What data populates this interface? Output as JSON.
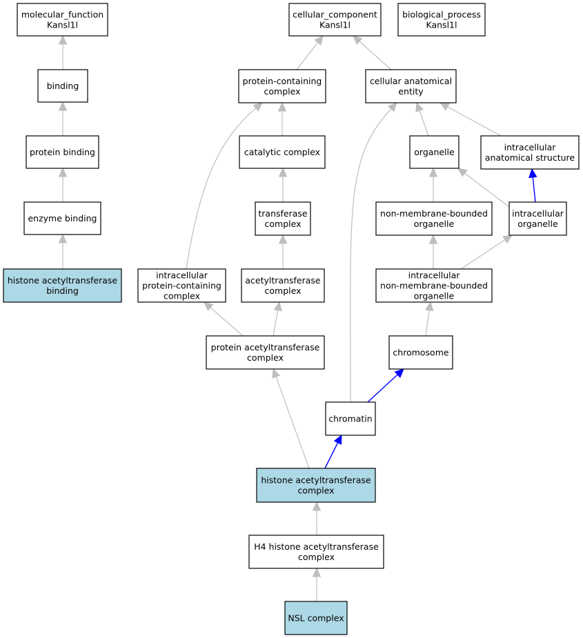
{
  "colors": {
    "highlight": "#add8e6",
    "node_fill": "#ffffff",
    "edge_is_a": "#bebebe",
    "edge_part_of": "#0000ff"
  },
  "nodes": [
    {
      "id": "molecular_function",
      "lines": [
        "molecular_function",
        "Kansl1l"
      ],
      "highlight": false
    },
    {
      "id": "binding",
      "lines": [
        "binding"
      ],
      "highlight": false
    },
    {
      "id": "protein_binding",
      "lines": [
        "protein binding"
      ],
      "highlight": false
    },
    {
      "id": "enzyme_binding",
      "lines": [
        "enzyme binding"
      ],
      "highlight": false
    },
    {
      "id": "hat_binding",
      "lines": [
        "histone acetyltransferase",
        "binding"
      ],
      "highlight": true
    },
    {
      "id": "cellular_component",
      "lines": [
        "cellular_component",
        "Kansl1l"
      ],
      "highlight": false
    },
    {
      "id": "biological_process",
      "lines": [
        "biological_process",
        "Kansl1l"
      ],
      "highlight": false
    },
    {
      "id": "protein_containing_complex",
      "lines": [
        "protein-containing",
        "complex"
      ],
      "highlight": false
    },
    {
      "id": "cellular_anatomical_entity",
      "lines": [
        "cellular anatomical",
        "entity"
      ],
      "highlight": false
    },
    {
      "id": "catalytic_complex",
      "lines": [
        "catalytic complex"
      ],
      "highlight": false
    },
    {
      "id": "organelle",
      "lines": [
        "organelle"
      ],
      "highlight": false
    },
    {
      "id": "intracellular_anatomical_structure",
      "lines": [
        "intracellular",
        "anatomical structure"
      ],
      "highlight": false
    },
    {
      "id": "transferase_complex",
      "lines": [
        "transferase",
        "complex"
      ],
      "highlight": false
    },
    {
      "id": "nmb_organelle",
      "lines": [
        "non-membrane-bounded",
        "organelle"
      ],
      "highlight": false
    },
    {
      "id": "intracellular_organelle",
      "lines": [
        "intracellular",
        "organelle"
      ],
      "highlight": false
    },
    {
      "id": "intracellular_pcc",
      "lines": [
        "intracellular",
        "protein-containing",
        "complex"
      ],
      "highlight": false
    },
    {
      "id": "acetyltransferase_complex",
      "lines": [
        "acetyltransferase",
        "complex"
      ],
      "highlight": false
    },
    {
      "id": "intracellular_nmb_organelle",
      "lines": [
        "intracellular",
        "non-membrane-bounded",
        "organelle"
      ],
      "highlight": false
    },
    {
      "id": "protein_acetyltransferase_complex",
      "lines": [
        "protein acetyltransferase",
        "complex"
      ],
      "highlight": false
    },
    {
      "id": "chromosome",
      "lines": [
        "chromosome"
      ],
      "highlight": false
    },
    {
      "id": "chromatin",
      "lines": [
        "chromatin"
      ],
      "highlight": false
    },
    {
      "id": "hat_complex",
      "lines": [
        "histone acetyltransferase",
        "complex"
      ],
      "highlight": true
    },
    {
      "id": "h4_hat_complex",
      "lines": [
        "H4 histone acetyltransferase",
        "complex"
      ],
      "highlight": false
    },
    {
      "id": "nsl_complex",
      "lines": [
        "NSL complex"
      ],
      "highlight": true
    }
  ],
  "edges": [
    {
      "from": "binding",
      "to": "molecular_function",
      "type": "is_a"
    },
    {
      "from": "protein_binding",
      "to": "binding",
      "type": "is_a"
    },
    {
      "from": "enzyme_binding",
      "to": "protein_binding",
      "type": "is_a"
    },
    {
      "from": "hat_binding",
      "to": "enzyme_binding",
      "type": "is_a"
    },
    {
      "from": "protein_containing_complex",
      "to": "cellular_component",
      "type": "is_a"
    },
    {
      "from": "cellular_anatomical_entity",
      "to": "cellular_component",
      "type": "is_a"
    },
    {
      "from": "catalytic_complex",
      "to": "protein_containing_complex",
      "type": "is_a"
    },
    {
      "from": "intracellular_pcc",
      "to": "protein_containing_complex",
      "type": "is_a"
    },
    {
      "from": "organelle",
      "to": "cellular_anatomical_entity",
      "type": "is_a"
    },
    {
      "from": "intracellular_anatomical_structure",
      "to": "cellular_anatomical_entity",
      "type": "is_a"
    },
    {
      "from": "chromatin",
      "to": "cellular_anatomical_entity",
      "type": "is_a"
    },
    {
      "from": "transferase_complex",
      "to": "catalytic_complex",
      "type": "is_a"
    },
    {
      "from": "nmb_organelle",
      "to": "organelle",
      "type": "is_a"
    },
    {
      "from": "intracellular_organelle",
      "to": "organelle",
      "type": "is_a"
    },
    {
      "from": "intracellular_organelle",
      "to": "intracellular_anatomical_structure",
      "type": "part_of"
    },
    {
      "from": "acetyltransferase_complex",
      "to": "transferase_complex",
      "type": "is_a"
    },
    {
      "from": "intracellular_nmb_organelle",
      "to": "nmb_organelle",
      "type": "is_a"
    },
    {
      "from": "intracellular_nmb_organelle",
      "to": "intracellular_organelle",
      "type": "is_a"
    },
    {
      "from": "protein_acetyltransferase_complex",
      "to": "intracellular_pcc",
      "type": "is_a"
    },
    {
      "from": "protein_acetyltransferase_complex",
      "to": "acetyltransferase_complex",
      "type": "is_a"
    },
    {
      "from": "chromosome",
      "to": "intracellular_nmb_organelle",
      "type": "is_a"
    },
    {
      "from": "chromatin",
      "to": "chromosome",
      "type": "part_of"
    },
    {
      "from": "hat_complex",
      "to": "protein_acetyltransferase_complex",
      "type": "is_a"
    },
    {
      "from": "hat_complex",
      "to": "chromatin",
      "type": "part_of"
    },
    {
      "from": "h4_hat_complex",
      "to": "hat_complex",
      "type": "is_a"
    },
    {
      "from": "nsl_complex",
      "to": "h4_hat_complex",
      "type": "is_a"
    }
  ]
}
